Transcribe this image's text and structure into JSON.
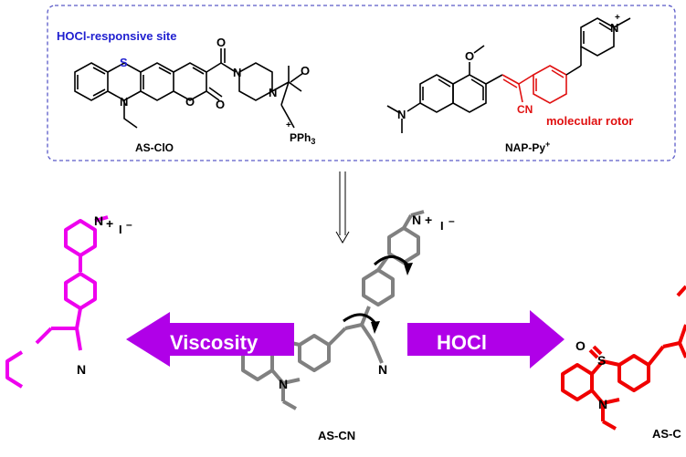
{
  "top_panel": {
    "site_label": "HOCl-responsive site",
    "probe1_name": "AS-ClO",
    "probe1_pph3": "PPh",
    "probe1_pph3_sub": "3",
    "probe1_plus": "+",
    "probe2_name": "NAP-Py",
    "probe2_sup": "+",
    "rotor_label": "molecular rotor",
    "cn_label": "CN",
    "n_plus": "+"
  },
  "main": {
    "center_name": "AS-CN",
    "right_name": "AS-C",
    "viscosity_label": "Viscosity",
    "hocl_label": "HOCl",
    "iodide": "I",
    "minus": "–",
    "plus": "+"
  },
  "atoms": {
    "S": "S",
    "N": "N",
    "O": "O"
  },
  "colors": {
    "panel_border": "#5a5ac8",
    "site_text": "#2020d0",
    "rotor_red": "#e01010",
    "magenta": "#ee00ee",
    "arrow_purple": "#b000e8",
    "gray": "#808080",
    "red": "#f00000"
  }
}
